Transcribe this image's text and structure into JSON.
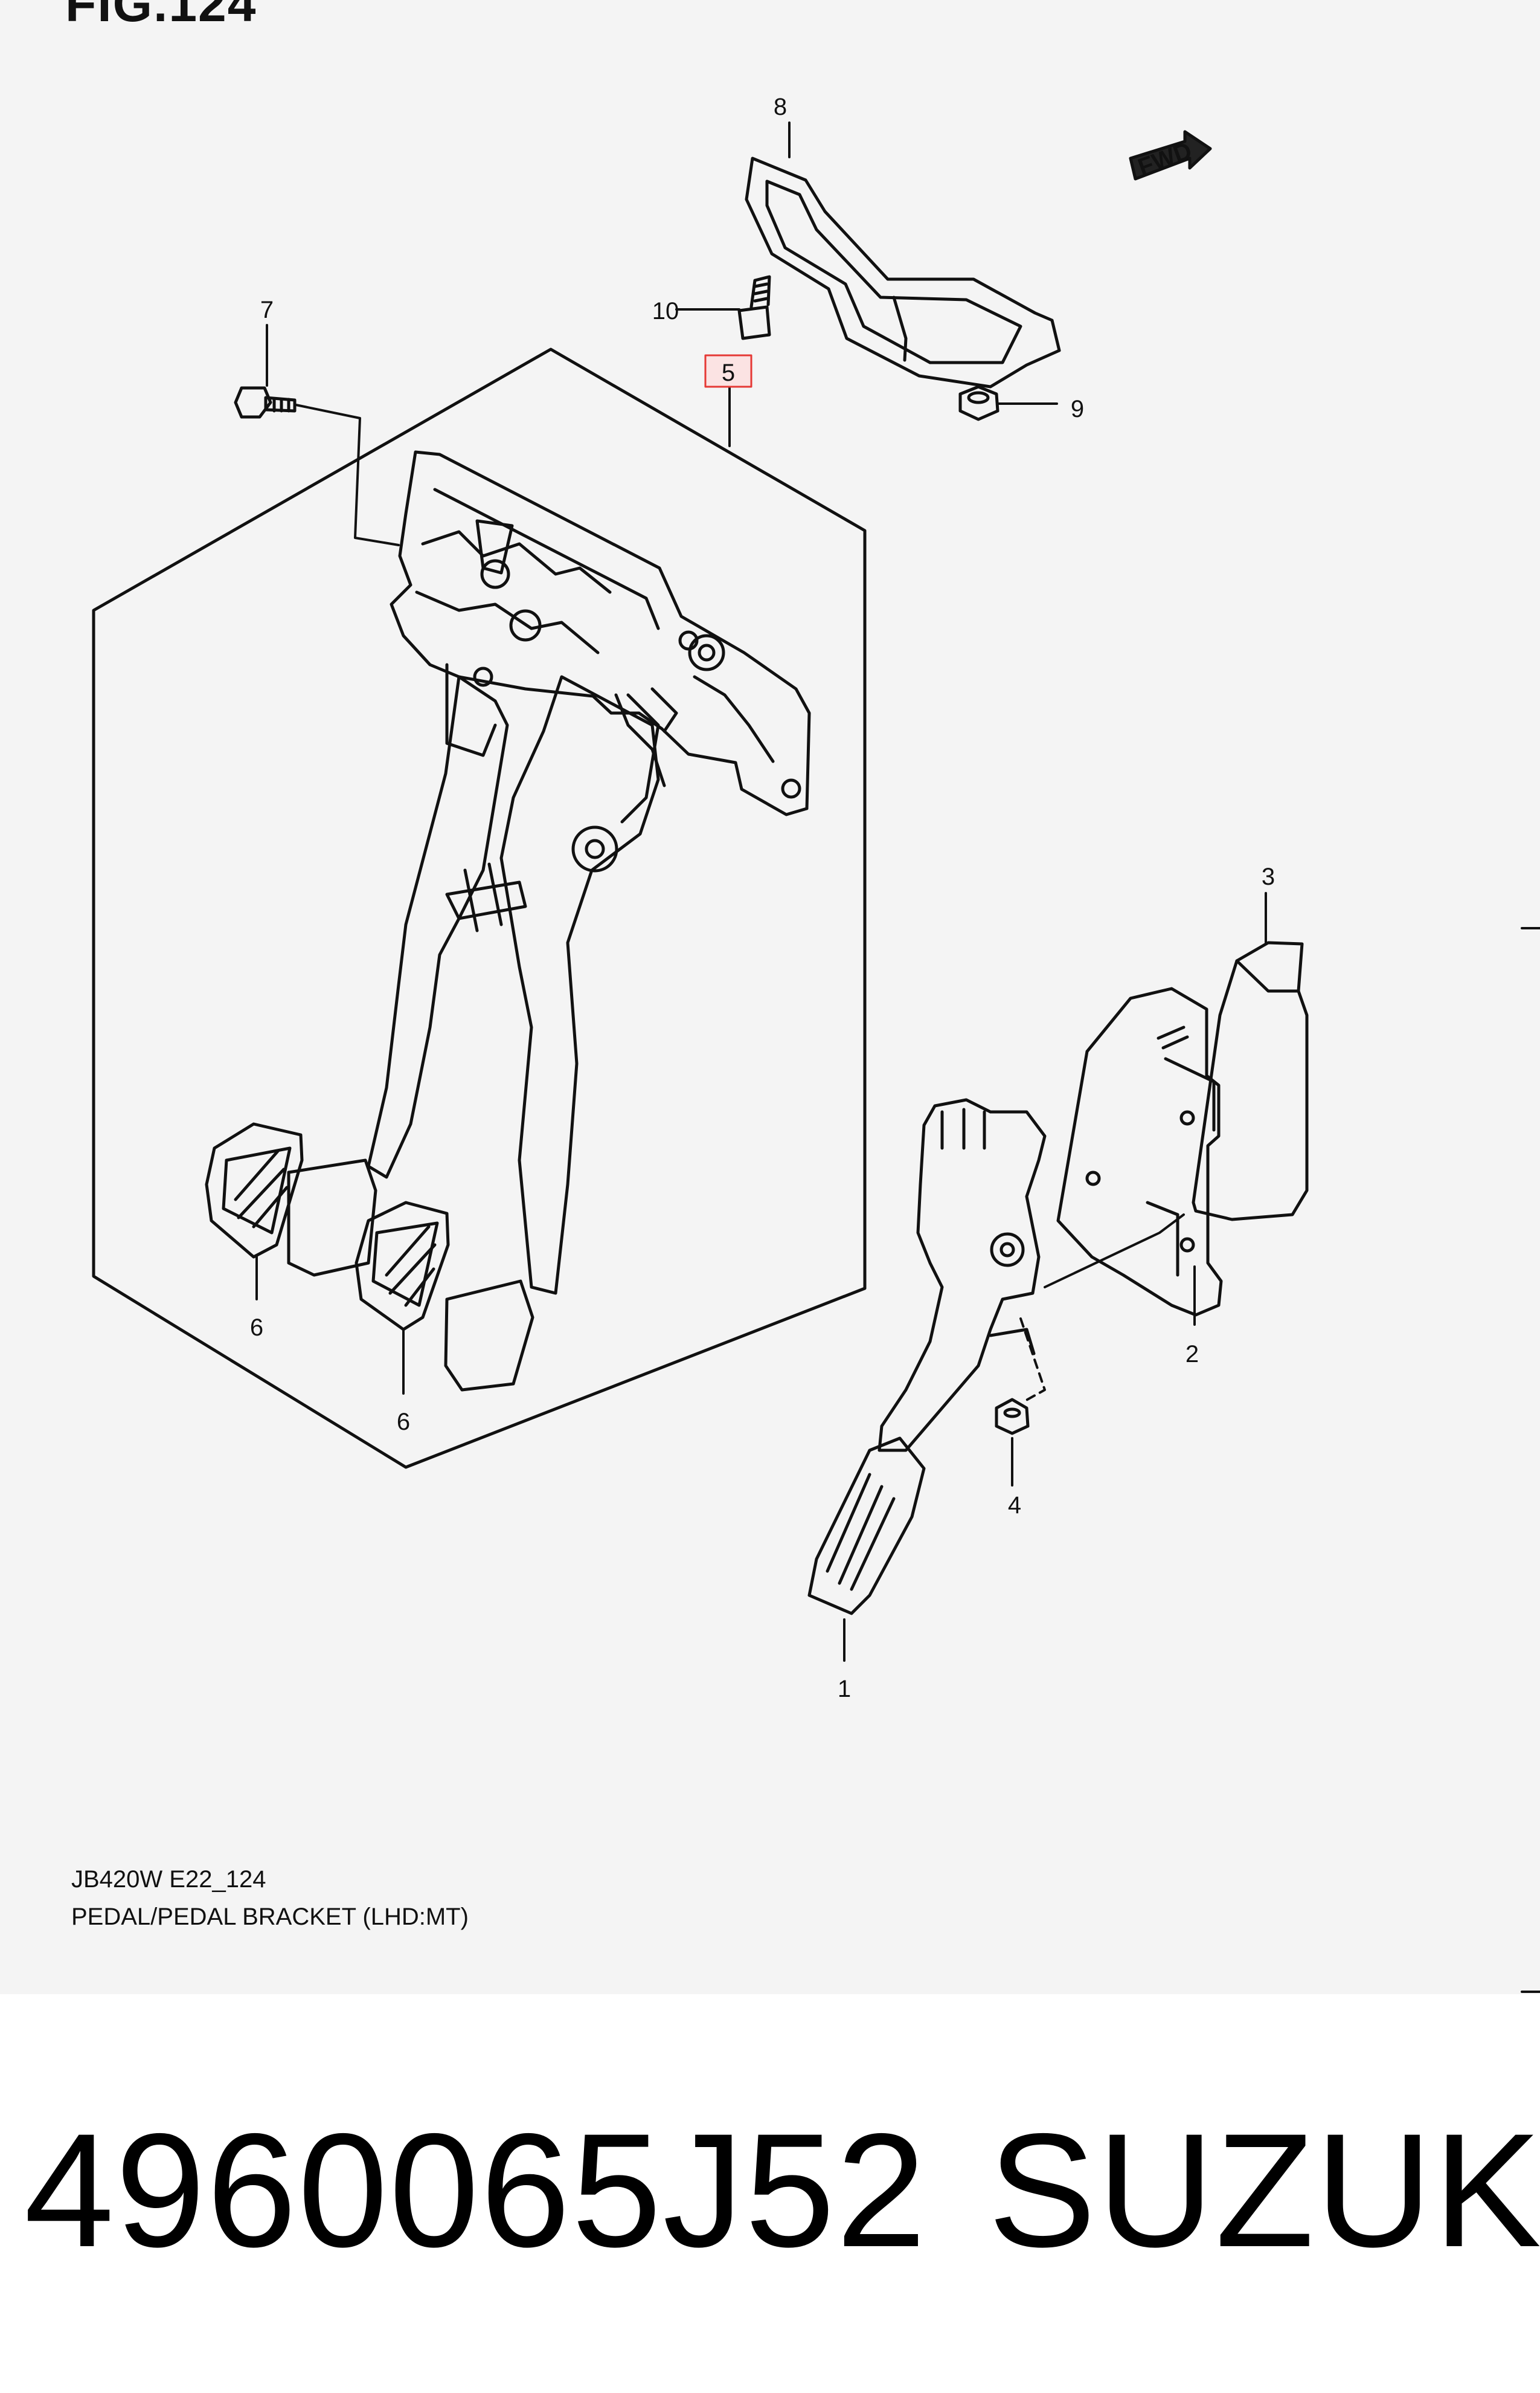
{
  "figure": {
    "title": "FIG.124",
    "code": "JB420W E22_124",
    "caption": "PEDAL/PEDAL BRACKET (LHD:MT)",
    "fwd_label": "FWD",
    "highlight_color": "#e53935"
  },
  "callouts": [
    {
      "id": "1",
      "label": "1"
    },
    {
      "id": "2",
      "label": "2"
    },
    {
      "id": "3",
      "label": "3"
    },
    {
      "id": "4",
      "label": "4"
    },
    {
      "id": "5",
      "label": "5",
      "highlighted": true
    },
    {
      "id": "6a",
      "label": "6"
    },
    {
      "id": "6b",
      "label": "6"
    },
    {
      "id": "7",
      "label": "7"
    },
    {
      "id": "8",
      "label": "8"
    },
    {
      "id": "9",
      "label": "9"
    },
    {
      "id": "10",
      "label": "10"
    }
  ],
  "footer": {
    "part_number": "4960065J52",
    "brand": "SUZUKI"
  }
}
